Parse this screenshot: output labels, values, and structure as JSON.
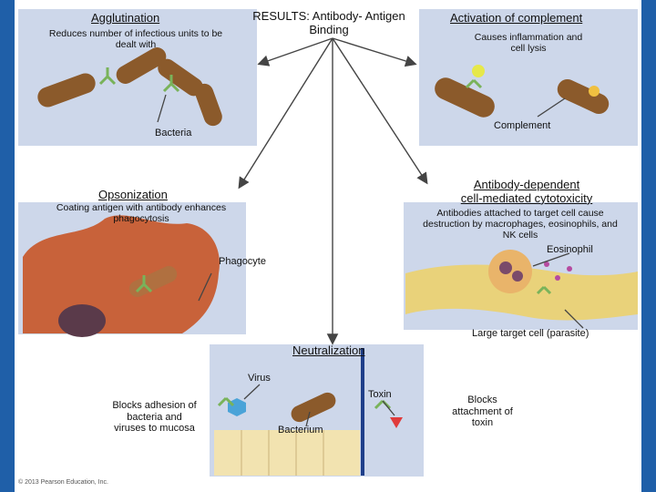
{
  "colors": {
    "panel": "#cdd7ea",
    "side_bar": "#1f5fa8",
    "bacteria": "#8b5a2b",
    "antibody": "#79b35a",
    "phagocyte": "#c8623a",
    "parasite": "#e9d27a",
    "eosinophil": "#e9b46a",
    "toxin": "#e03b3b",
    "virus": "#4aa3d8",
    "mucosa": "#f2e3b0"
  },
  "center": {
    "title": "RESULTS:  Antibody- Antigen\nBinding"
  },
  "agglutination": {
    "title": "Agglutination",
    "description": "Reduces number of infectious units to be\ndealt with",
    "label_bacteria": "Bacteria"
  },
  "complement": {
    "title": "Activation of complement",
    "description": "Causes inflammation and\ncell lysis",
    "label_complement": "Complement"
  },
  "opsonization": {
    "title": "Opsonization",
    "description": "Coating antigen with antibody enhances\nphagocytosis",
    "label_phagocyte": "Phagocyte"
  },
  "adcc": {
    "title": "Antibody-dependent\ncell-mediated cytotoxicity",
    "description": "Antibodies attached to target cell cause\ndestruction by macrophages, eosinophils, and\nNK cells",
    "label_eosinophil": "Eosinophil",
    "label_target": "Large target cell (parasite)"
  },
  "neutralization": {
    "title": "Neutralization",
    "left_note": "Blocks adhesion of\nbacteria and\nviruses to mucosa",
    "right_note": "Blocks\nattachment of\ntoxin",
    "label_virus": "Virus",
    "label_toxin": "Toxin",
    "label_bacterium": "Bacterium"
  },
  "footer": {
    "copyright": "© 2013 Pearson Education, Inc."
  }
}
